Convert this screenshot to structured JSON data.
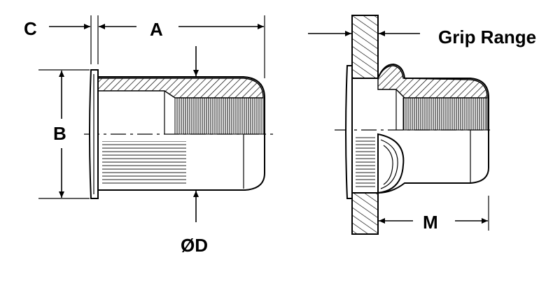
{
  "labels": {
    "c": "C",
    "a": "A",
    "b": "B",
    "d": "ØD",
    "grip_range": "Grip Range",
    "m": "M"
  },
  "colors": {
    "ink": "#000000",
    "background": "#ffffff"
  }
}
